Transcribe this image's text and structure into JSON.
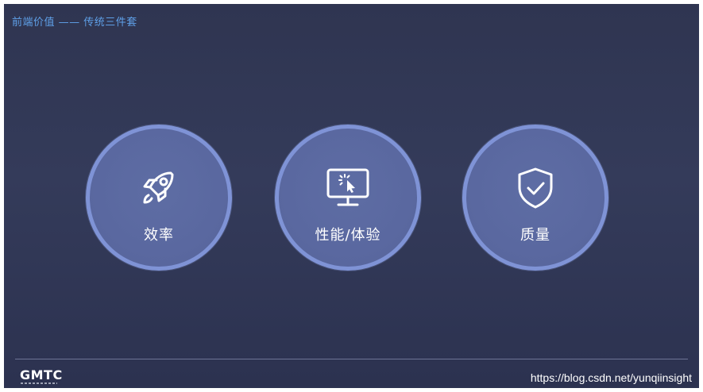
{
  "slide": {
    "title": "前端价值 —— 传统三件套",
    "items": [
      {
        "label": "效率",
        "icon": "rocket-icon"
      },
      {
        "label": "性能/体验",
        "icon": "monitor-cursor-icon"
      },
      {
        "label": "质量",
        "icon": "shield-check-icon"
      }
    ],
    "footer": {
      "logo": "GMTC",
      "watermark": "https://blog.csdn.net/yunqiinsight"
    },
    "colors": {
      "background": "#30364f",
      "title": "#5fa0e8",
      "circle_fill": "#5a68a0",
      "circle_border": "#7f93d6",
      "text": "#ffffff"
    }
  }
}
